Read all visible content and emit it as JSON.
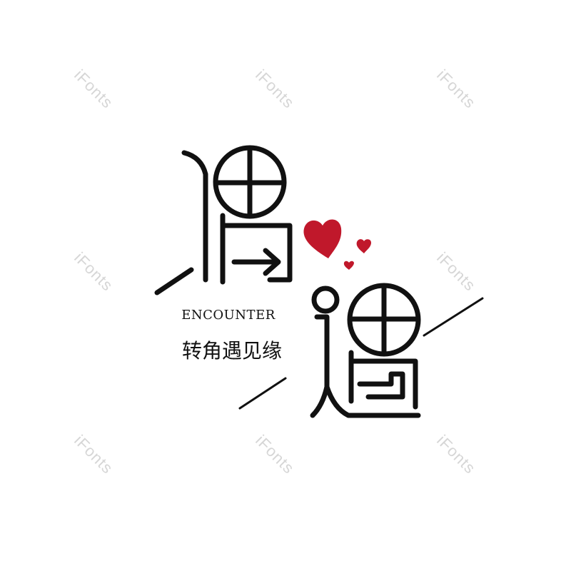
{
  "watermark": {
    "text": "iFonts"
  },
  "logo": {
    "characters": [
      "偶",
      "遇"
    ],
    "tagline": "ENCOUNTER",
    "slogan": "转角遇见缘"
  },
  "colors": {
    "stroke": "#111111",
    "heart": "#c0182b",
    "watermark": "#d6d6d6",
    "background": "#ffffff"
  },
  "icons": [
    "heart-icon",
    "heart-icon",
    "heart-icon"
  ]
}
